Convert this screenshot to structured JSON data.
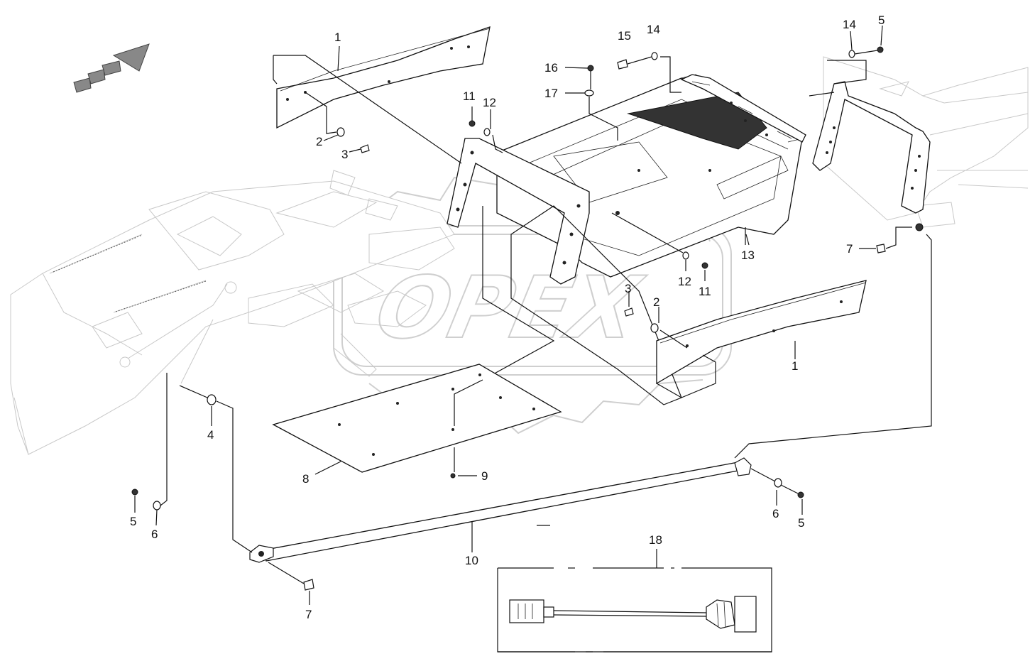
{
  "watermark": {
    "text": "OPEX"
  },
  "callouts": [
    {
      "id": "c1a",
      "label": "1"
    },
    {
      "id": "c1b",
      "label": "1"
    },
    {
      "id": "c2a",
      "label": "2"
    },
    {
      "id": "c2b",
      "label": "2"
    },
    {
      "id": "c3a",
      "label": "3"
    },
    {
      "id": "c3b",
      "label": "3"
    },
    {
      "id": "c4",
      "label": "4"
    },
    {
      "id": "c5a",
      "label": "5"
    },
    {
      "id": "c5b",
      "label": "5"
    },
    {
      "id": "c5c",
      "label": "5"
    },
    {
      "id": "c6a",
      "label": "6"
    },
    {
      "id": "c6b",
      "label": "6"
    },
    {
      "id": "c7a",
      "label": "7"
    },
    {
      "id": "c7b",
      "label": "7"
    },
    {
      "id": "c8",
      "label": "8"
    },
    {
      "id": "c9",
      "label": "9"
    },
    {
      "id": "c10",
      "label": "10"
    },
    {
      "id": "c11a",
      "label": "11"
    },
    {
      "id": "c11b",
      "label": "11"
    },
    {
      "id": "c12a",
      "label": "12"
    },
    {
      "id": "c12b",
      "label": "12"
    },
    {
      "id": "c13",
      "label": "13"
    },
    {
      "id": "c14a",
      "label": "14"
    },
    {
      "id": "c14b",
      "label": "14"
    },
    {
      "id": "c15",
      "label": "15"
    },
    {
      "id": "c16",
      "label": "16"
    },
    {
      "id": "c17",
      "label": "17"
    },
    {
      "id": "c18",
      "label": "18"
    }
  ]
}
